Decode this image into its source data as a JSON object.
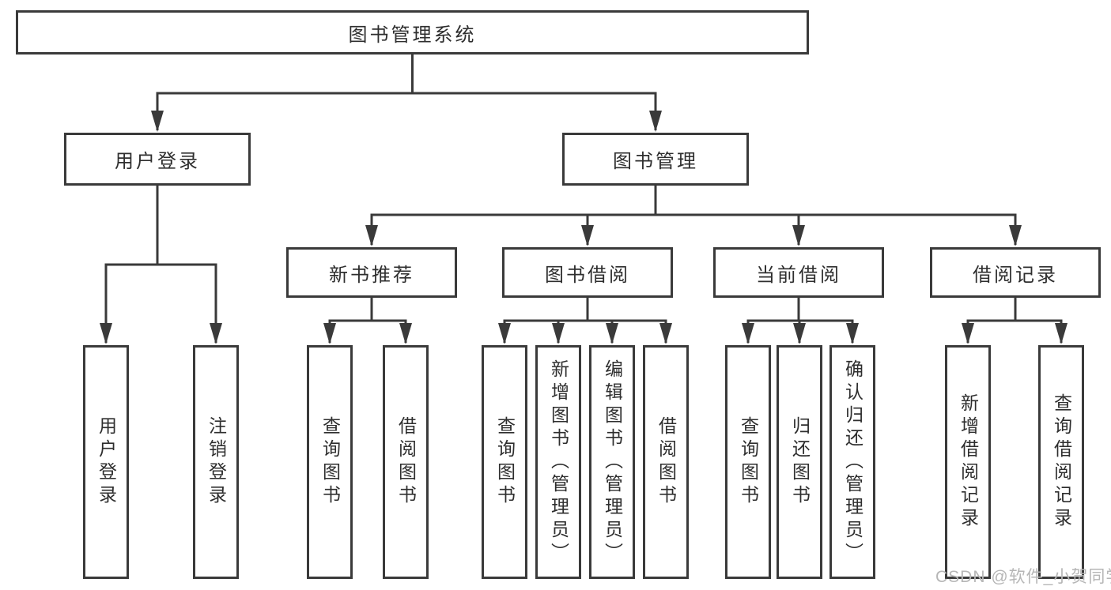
{
  "tree": {
    "label": "图书管理系统",
    "children": [
      {
        "label": "用户登录",
        "children": [
          {
            "label": "用户登录"
          },
          {
            "label": "注销登录"
          }
        ]
      },
      {
        "label": "图书管理",
        "children": [
          {
            "label": "新书推荐",
            "children": [
              {
                "label": "查询图书"
              },
              {
                "label": "借阅图书"
              }
            ]
          },
          {
            "label": "图书借阅",
            "children": [
              {
                "label": "查询图书"
              },
              {
                "label": "新增图书（管理员）"
              },
              {
                "label": "编辑图书（管理员）"
              },
              {
                "label": "借阅图书"
              }
            ]
          },
          {
            "label": "当前借阅",
            "children": [
              {
                "label": "查询图书"
              },
              {
                "label": "归还图书"
              },
              {
                "label": "确认归还（管理员）"
              }
            ]
          },
          {
            "label": "借阅记录",
            "children": [
              {
                "label": "新增借阅记录"
              },
              {
                "label": "查询借阅记录"
              }
            ]
          }
        ]
      }
    ]
  },
  "watermark": {
    "text": "CSDN @软件_小贺同学"
  },
  "colors": {
    "line": "#3a3a3a",
    "text": "#2e2e2e",
    "watermark": "#b6b6b6",
    "background": "#ffffff"
  }
}
